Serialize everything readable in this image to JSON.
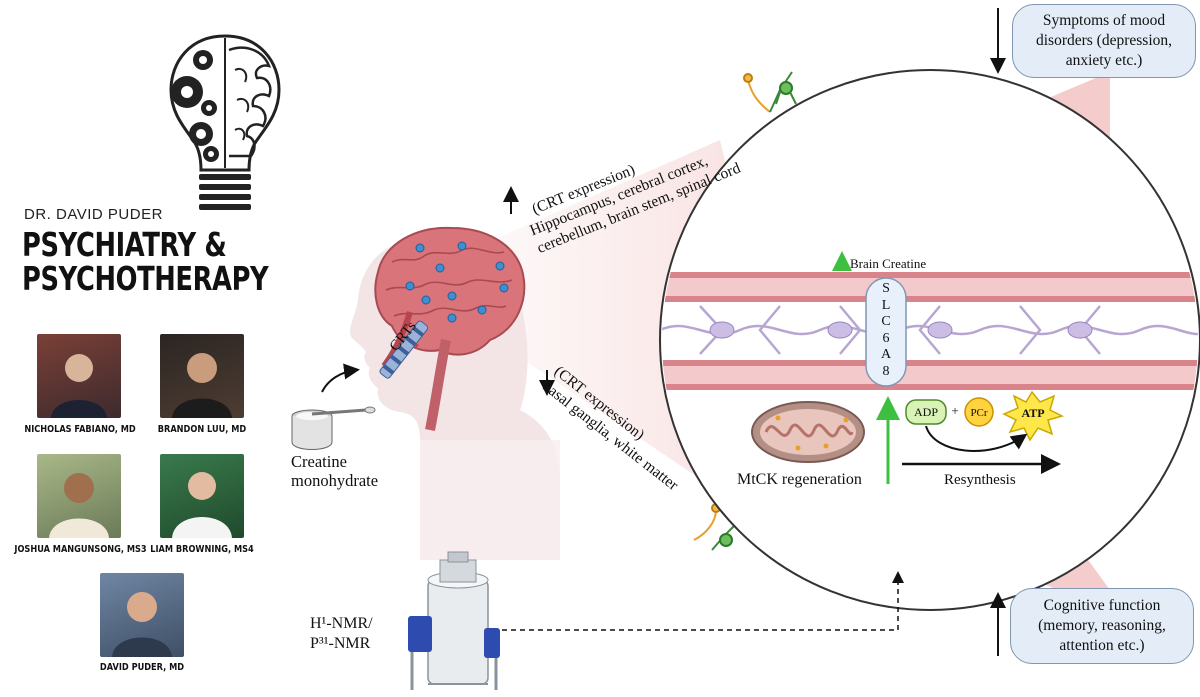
{
  "branding": {
    "doctor": "DR. DAVID PUDER",
    "title_line1": "PSYCHIATRY &",
    "title_line2": "PSYCHOTHERAPY"
  },
  "people": [
    {
      "name": "NICHOLAS FABIANO, MD",
      "color": "#6d3a32"
    },
    {
      "name": "BRANDON LUU, MD",
      "color": "#3c2b22"
    },
    {
      "name": "JOSHUA MANGUNSONG, MS3",
      "color": "#8c9a6e"
    },
    {
      "name": "LIAM BROWNING, MS4",
      "color": "#2f6a3f"
    },
    {
      "name": "DAVID PUDER, MD",
      "color": "#5b6f88"
    }
  ],
  "diagram": {
    "creatine": "Creatine monohydrate",
    "crts": "CRTs",
    "crt_up_line1": "(CRT expression)",
    "crt_up_line2": "Hippocampus, cerebral cortex,",
    "crt_up_line3": "cerebellum, brain stem, spinal cord",
    "crt_down_line1": "(CRT expression)",
    "crt_down_line2": "basal ganglia, white matter",
    "brain_creatine": "Brain Creatine",
    "slc_letters": [
      "S",
      "L",
      "C",
      "6",
      "A",
      "8"
    ],
    "adp": "ADP",
    "plus": "+",
    "pcr": "PCr",
    "atp": "ATP",
    "mtck": "MtCK regeneration",
    "resynthesis": "Resynthesis",
    "nmr_line1": "H¹-NMR/",
    "nmr_line2": "P³¹-NMR",
    "symptoms_line1": "Symptoms of mood",
    "symptoms_line2": "disorders (depression,",
    "symptoms_line3": "anxiety etc.)",
    "cognitive_line1": "Cognitive function",
    "cognitive_line2": "(memory, reasoning,",
    "cognitive_line3": "attention etc.)"
  },
  "colors": {
    "box_fill": "#e4edf7",
    "box_border": "#7f97b1",
    "vessel": "#d9838a",
    "vessel_inner": "#fbe3e3",
    "neuron": "#b7a6d2",
    "green_arrow": "#3fbf3f",
    "adp_fill": "#d9f2b5",
    "pcr_fill": "#ffd23f",
    "atp_fill": "#ffe74a",
    "nmr_blue": "#2e4bb0"
  }
}
